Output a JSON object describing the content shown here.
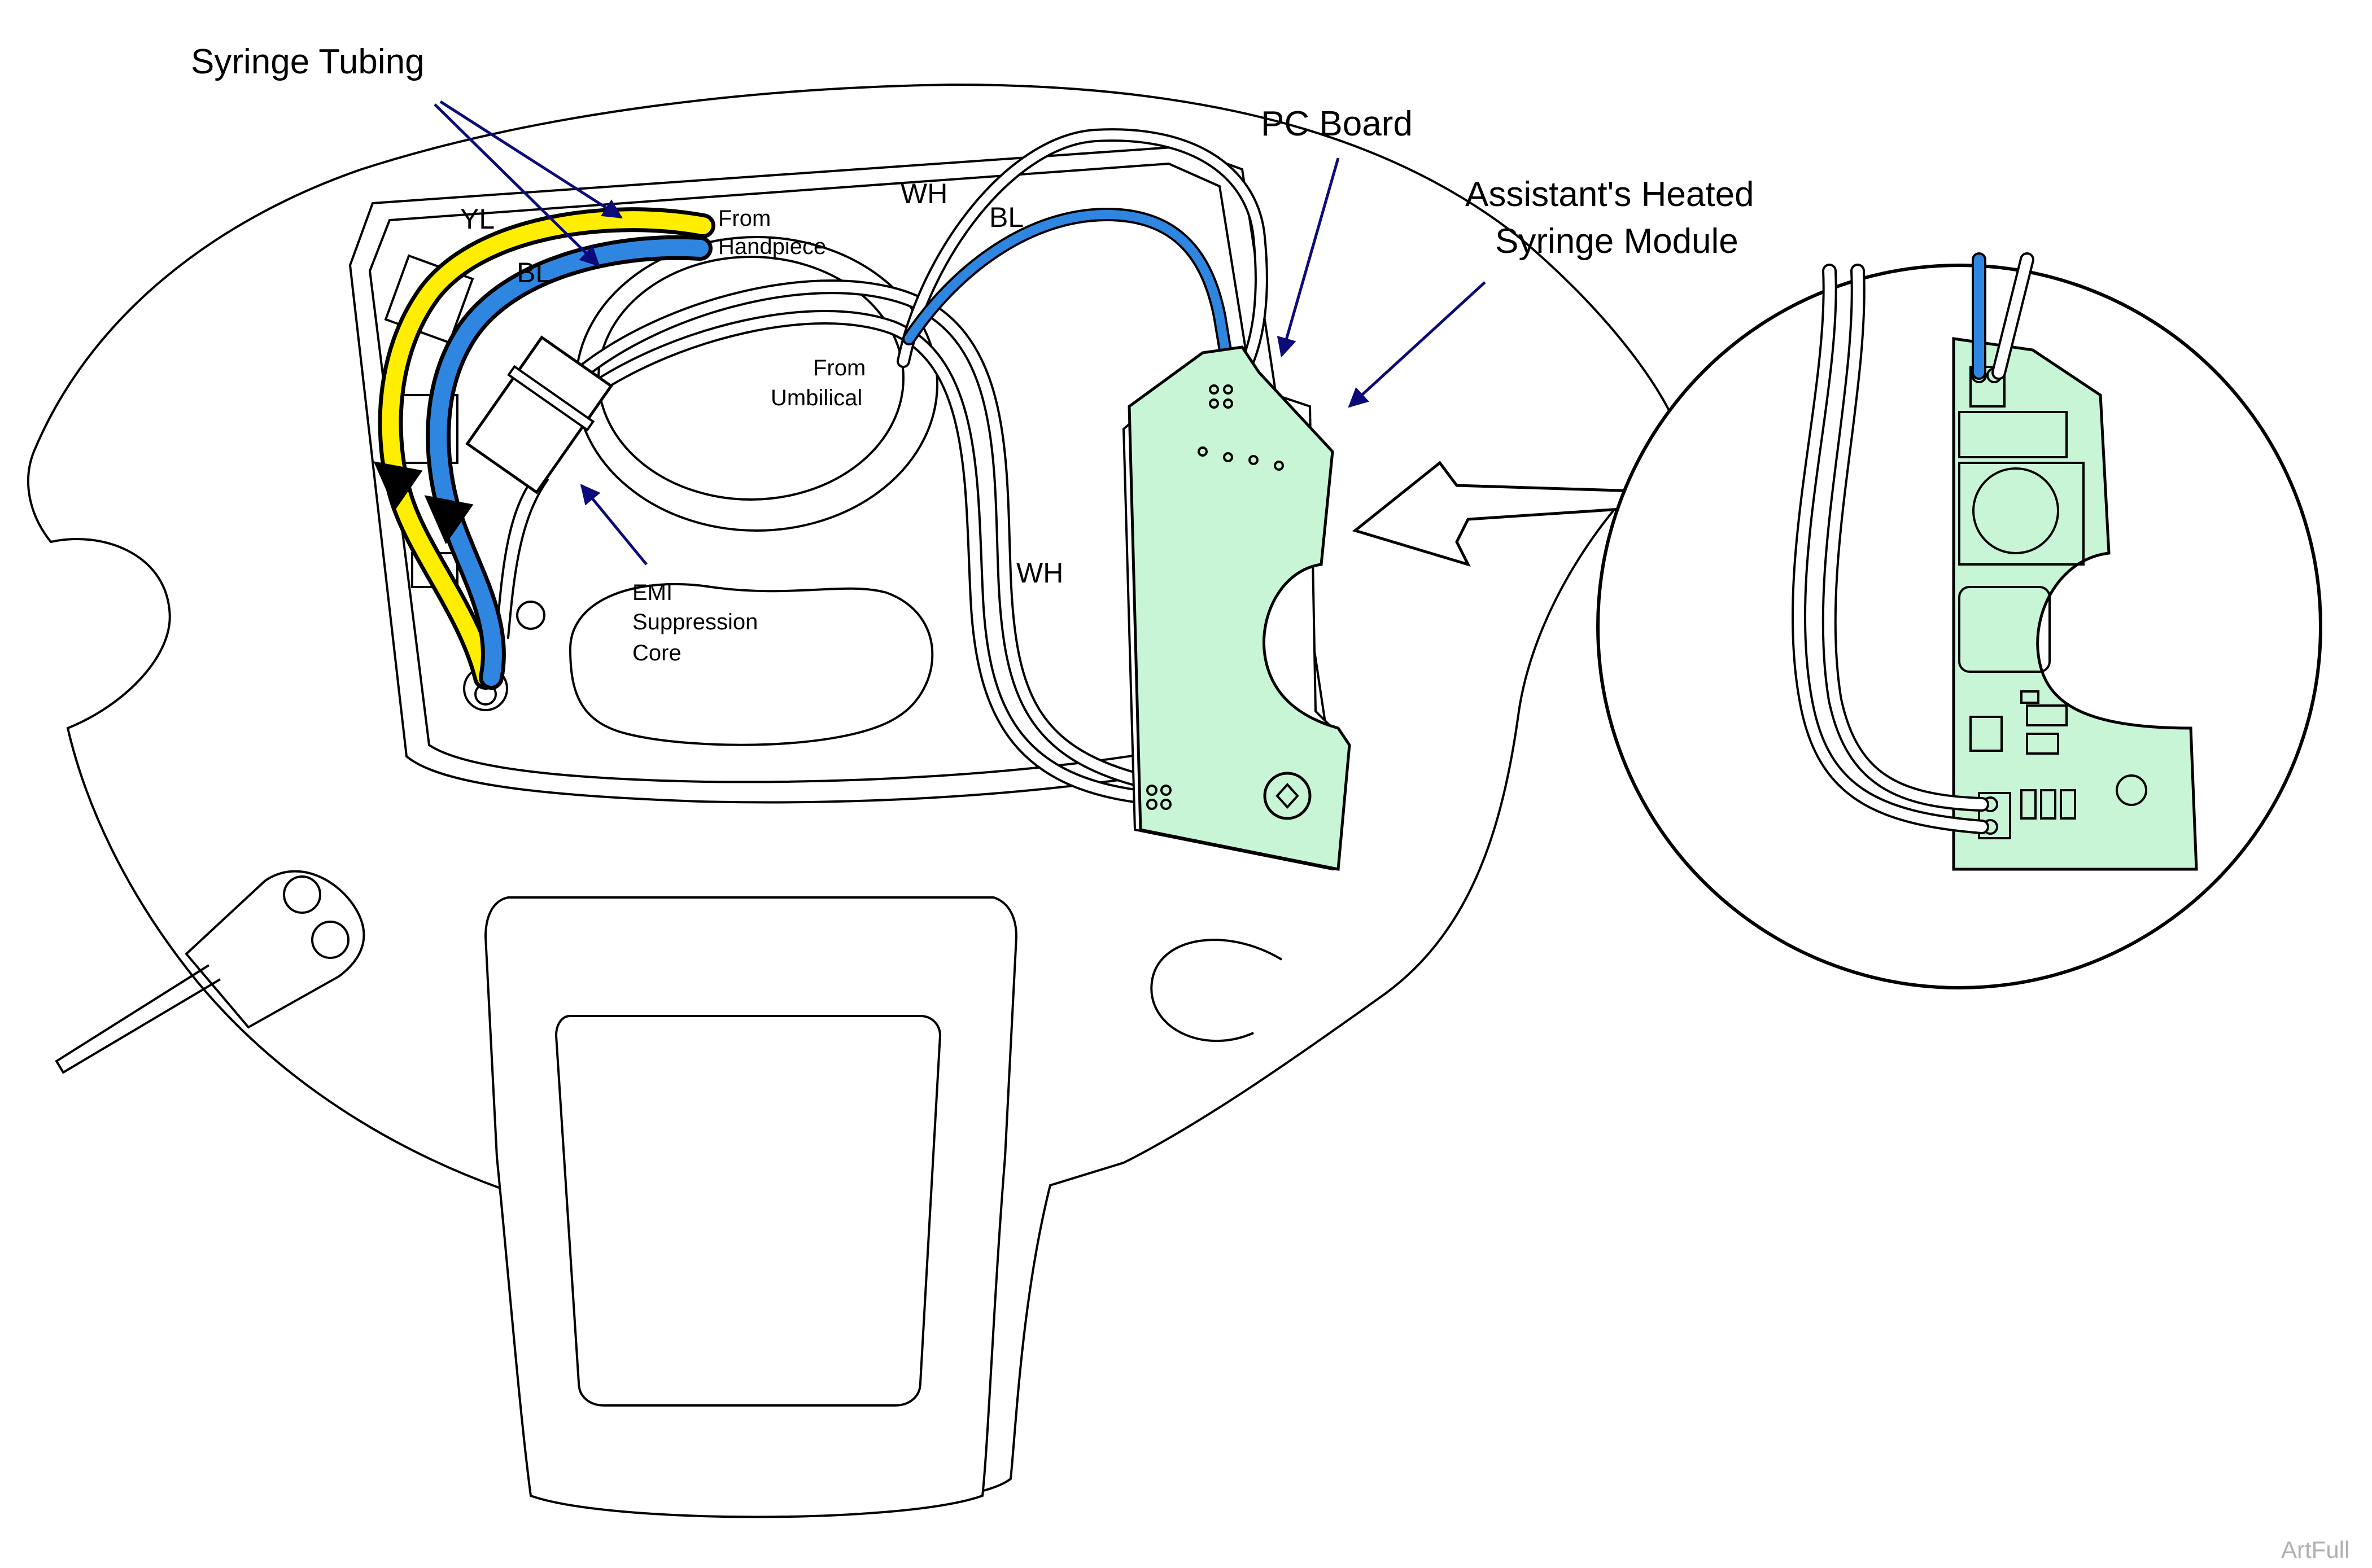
{
  "callouts": {
    "syringe_tubing": "Syringe Tubing",
    "pc_board": "PC Board",
    "module_line1": "Assistant's Heated",
    "module_line2": "Syringe Module",
    "emi_line1": "EMI",
    "emi_line2": "Suppression",
    "emi_line3": "Core"
  },
  "sources": {
    "handpiece_line1": "From",
    "handpiece_line2": "Handpiece",
    "umbilical_line1": "From",
    "umbilical_line2": "Umbilical"
  },
  "wire_labels": {
    "yellow_tube": "YL",
    "blue_tube": "BL",
    "white_top": "WH",
    "blue_wire": "BL",
    "white_loop": "WH"
  },
  "credit": "ArtFull",
  "colors": {
    "yellow_tube": "#ffee00",
    "blue_tube": "#2f86e0",
    "pc_board": "#c8f5d6",
    "leader_arrows": "#0b0b7a",
    "outline": "#000000"
  }
}
